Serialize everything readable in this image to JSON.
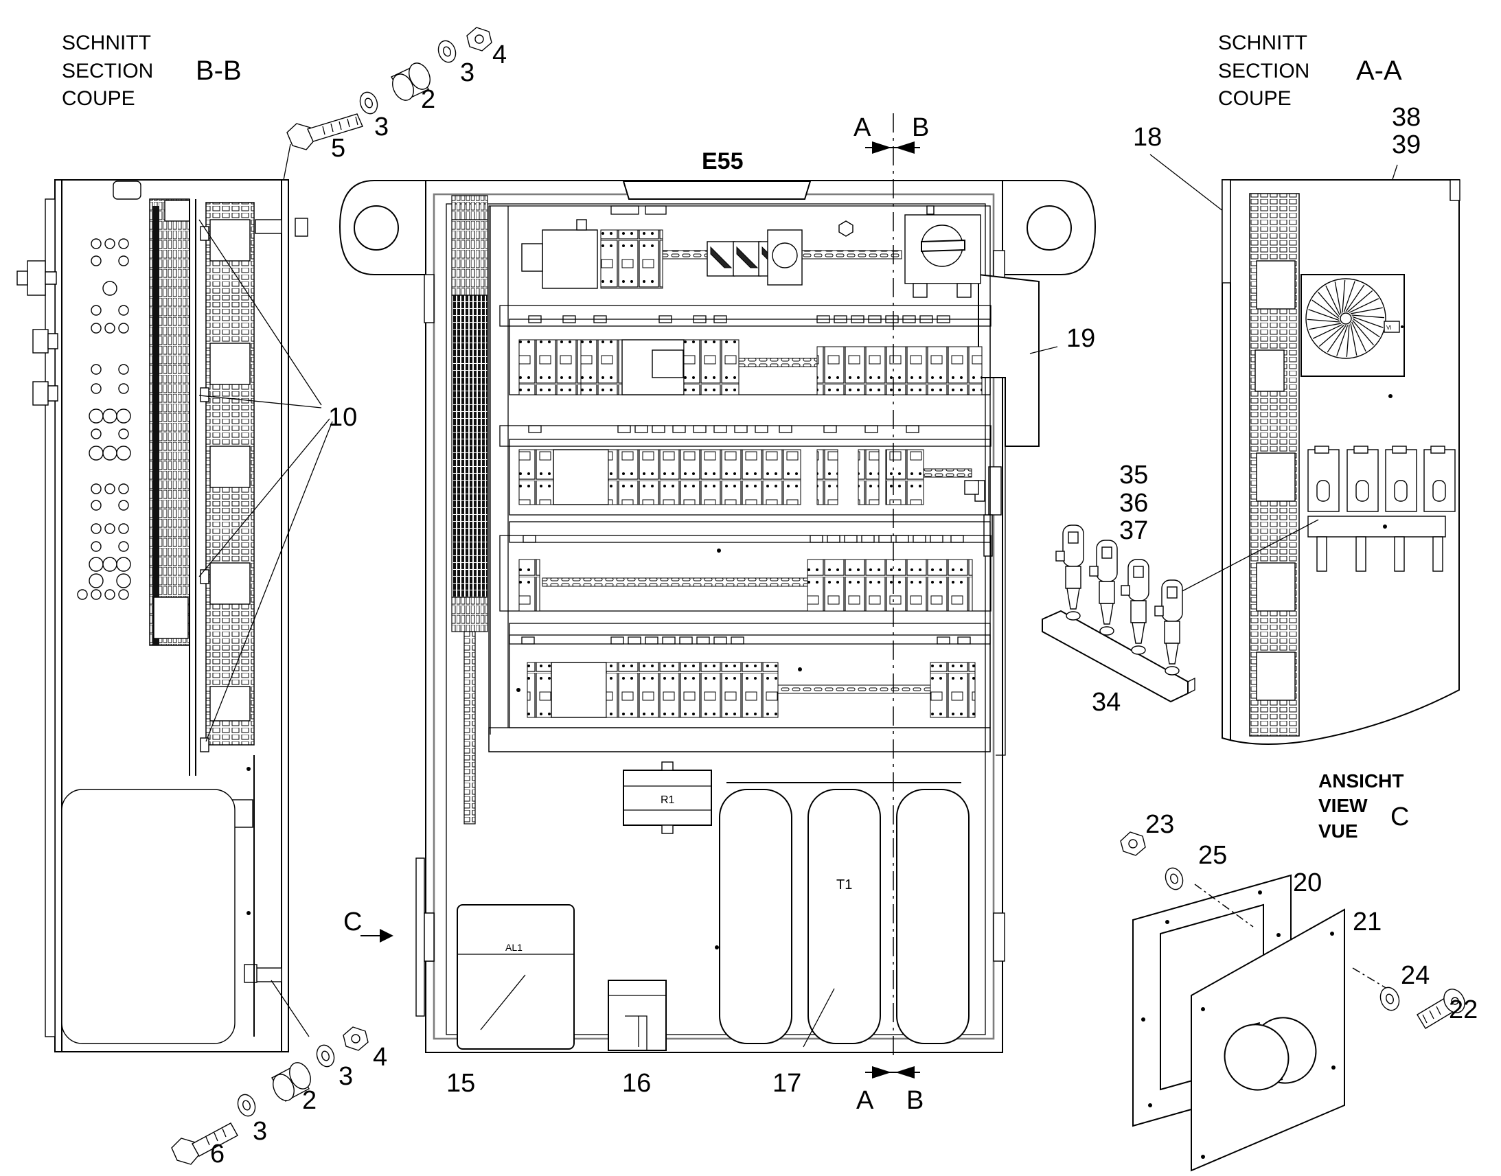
{
  "section_bb": {
    "lines": [
      "SCHNITT",
      "SECTION",
      "COUPE"
    ],
    "tag": "B-B"
  },
  "section_aa": {
    "lines": [
      "SCHNITT",
      "SECTION",
      "COUPE"
    ],
    "tag": "A-A"
  },
  "view_c": {
    "lines": [
      "ANSICHT",
      "VIEW",
      "VUE"
    ],
    "tag": "C"
  },
  "cabinet": {
    "title": "E55",
    "cut_top_a": "A",
    "cut_top_b": "B",
    "cut_bottom_a": "A",
    "cut_bottom_b": "B",
    "view_arrow": "C",
    "r1": "R1",
    "t1": "T1",
    "al1": "AL1"
  },
  "callouts": {
    "n2_top": "2",
    "n3_top_a": "3",
    "n3_top_b": "3",
    "n4_top": "4",
    "n5": "5",
    "n10": "10",
    "n2_bot": "2",
    "n3_bot_a": "3",
    "n3_bot_b": "3",
    "n4_bot": "4",
    "n6": "6",
    "n15": "15",
    "n16": "16",
    "n17": "17",
    "n18": "18",
    "n19": "19",
    "n38": "38",
    "n39": "39",
    "n35": "35",
    "n36": "36",
    "n37": "37",
    "n34": "34",
    "n20": "20",
    "n21": "21",
    "n22": "22",
    "n23": "23",
    "n24": "24",
    "n25": "25"
  },
  "icons": [
    "bolt-icon",
    "washer-icon",
    "nut-icon",
    "spacer-icon",
    "fan-icon",
    "sensor-icon",
    "cutting-plane-arrow-icon"
  ]
}
